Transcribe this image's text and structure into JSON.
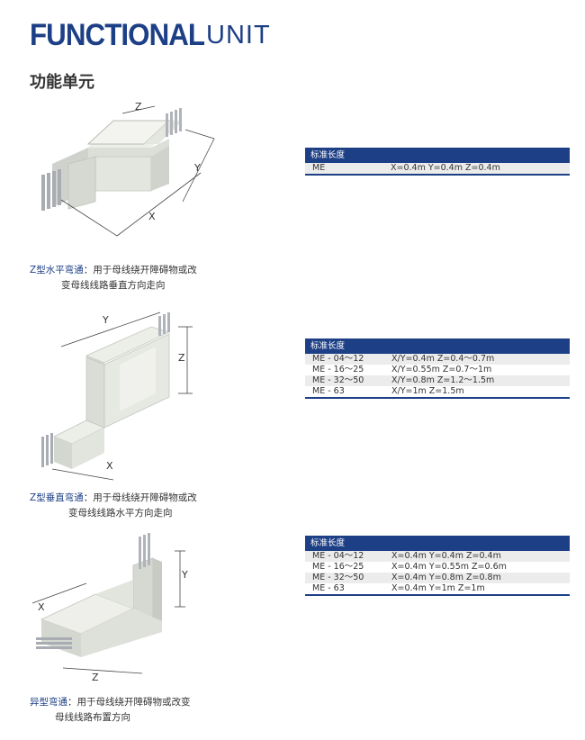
{
  "header": {
    "title_bold": "FUNCTIONAL",
    "title_light": "UNIT",
    "subtitle": "功能单元"
  },
  "units": [
    {
      "caption_key": "Z型水平弯通",
      "caption_rest": "：用于母线绕开障碍物或改",
      "caption_line2": "变母线线路垂直方向走向",
      "dims": [
        "Z",
        "Y",
        "X"
      ],
      "spec_header": "标准长度",
      "rows": [
        [
          "ME",
          "X=0.4m  Y=0.4m  Z=0.4m"
        ]
      ]
    },
    {
      "caption_key": "Z型垂直弯通",
      "caption_rest": "：用于母线绕开障碍物或改",
      "caption_line2": "变母线线路水平方向走向",
      "dims": [
        "Y",
        "Z",
        "X"
      ],
      "spec_header": "标准长度",
      "rows": [
        [
          "ME - 04～12",
          "X/Y=0.4m  Z=0.4～0.7m"
        ],
        [
          "ME - 16～25",
          "X/Y=0.55m  Z=0.7～1m"
        ],
        [
          "ME - 32～50",
          "X/Y=0.8m  Z=1.2～1.5m"
        ],
        [
          "ME - 63",
          "X/Y=1m  Z=1.5m"
        ]
      ]
    },
    {
      "caption_key": "异型弯通",
      "caption_rest": "：用于母线绕开障碍物或改变",
      "caption_line2": "母线线路布置方向",
      "dims": [
        "X",
        "Y",
        "Z"
      ],
      "spec_header": "标准长度",
      "rows": [
        [
          "ME - 04～12",
          "X=0.4m  Y=0.4m  Z=0.4m"
        ],
        [
          "ME - 16～25",
          "X=0.4m  Y=0.55m  Z=0.6m"
        ],
        [
          "ME - 32～50",
          "X=0.4m  Y=0.8m  Z=0.8m"
        ],
        [
          "ME - 63",
          "X=0.4m  Y=1m  Z=1m"
        ]
      ]
    }
  ],
  "colors": {
    "brand": "#1d3f86",
    "row_alt": "#ececec"
  }
}
